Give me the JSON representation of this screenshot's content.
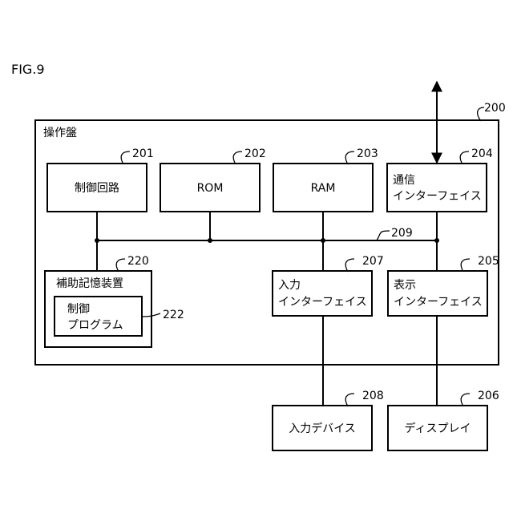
{
  "figure_label": "FIG.9",
  "panel": {
    "title": "操作盤",
    "ref": "200"
  },
  "bus_ref": "209",
  "blocks": {
    "control_circuit": {
      "label": "制御回路",
      "ref": "201"
    },
    "rom": {
      "label": "ROM",
      "ref": "202"
    },
    "ram": {
      "label": "RAM",
      "ref": "203"
    },
    "comm_interface": {
      "line1": "通信",
      "line2": "インターフェイス",
      "ref": "204"
    },
    "aux_storage": {
      "label": "補助記憶装置",
      "ref": "220"
    },
    "control_program": {
      "line1": "制御",
      "line2": "プログラム",
      "ref": "222"
    },
    "input_interface": {
      "line1": "入力",
      "line2": "インターフェイス",
      "ref": "207"
    },
    "display_interface": {
      "line1": "表示",
      "line2": "インターフェイス",
      "ref": "205"
    },
    "input_device": {
      "label": "入力デバイス",
      "ref": "208"
    },
    "display": {
      "label": "ディスプレイ",
      "ref": "206"
    }
  }
}
